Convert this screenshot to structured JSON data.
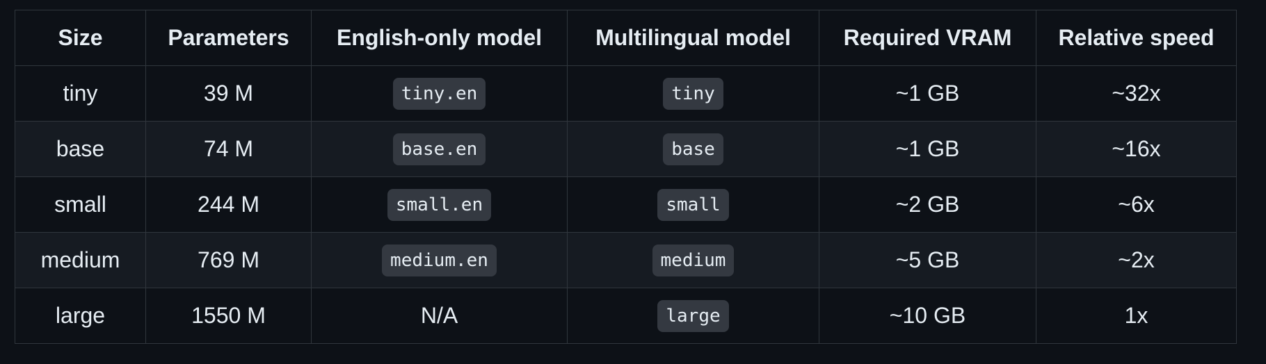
{
  "table": {
    "headers": [
      "Size",
      "Parameters",
      "English-only model",
      "Multilingual model",
      "Required VRAM",
      "Relative speed"
    ],
    "rows": [
      {
        "size": "tiny",
        "parameters": "39 M",
        "english_only": "tiny.en",
        "english_only_is_code": true,
        "multilingual": "tiny",
        "vram": "~1 GB",
        "speed": "~32x"
      },
      {
        "size": "base",
        "parameters": "74 M",
        "english_only": "base.en",
        "english_only_is_code": true,
        "multilingual": "base",
        "vram": "~1 GB",
        "speed": "~16x"
      },
      {
        "size": "small",
        "parameters": "244 M",
        "english_only": "small.en",
        "english_only_is_code": true,
        "multilingual": "small",
        "vram": "~2 GB",
        "speed": "~6x"
      },
      {
        "size": "medium",
        "parameters": "769 M",
        "english_only": "medium.en",
        "english_only_is_code": true,
        "multilingual": "medium",
        "vram": "~5 GB",
        "speed": "~2x"
      },
      {
        "size": "large",
        "parameters": "1550 M",
        "english_only": "N/A",
        "english_only_is_code": false,
        "multilingual": "large",
        "vram": "~10 GB",
        "speed": "1x"
      }
    ]
  },
  "colors": {
    "background": "#0d1117",
    "row_alt": "#161b22",
    "border": "#30363d",
    "code_bg": "#343941",
    "text": "#e6edf3"
  }
}
